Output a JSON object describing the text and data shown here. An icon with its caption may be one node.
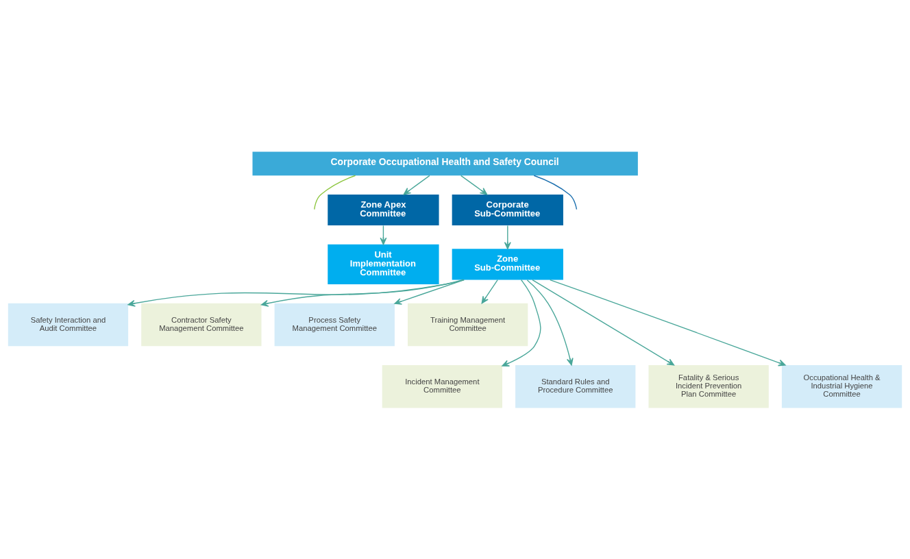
{
  "diagram": {
    "nodes": [
      {
        "text": [
          "Corporate Occupational Health and Safety Council"
        ]
      },
      {
        "text": [
          "Zone Apex Committee"
        ]
      },
      {
        "text": [
          "Corporate Sub-Committee"
        ]
      },
      {
        "text": [
          "Unit Implementation Committee"
        ]
      },
      {
        "text": [
          "Zone Sub-Committee"
        ]
      },
      {
        "text": [
          "Safety Interaction and Audit Committee"
        ]
      },
      {
        "text": [
          "Contractor Safety Management Committee"
        ]
      },
      {
        "text": [
          "Process Safety Management Committee"
        ]
      },
      {
        "text": [
          "Training Management Committee"
        ]
      },
      {
        "text": [
          "Incident Management Committee"
        ]
      },
      {
        "text": [
          "Standard Rules and Procedure Committee"
        ]
      },
      {
        "text": [
          "Fatality & Serious Incident Prevention Plan Committee"
        ]
      },
      {
        "text": [
          "Occupational Health & Industrial Hygiene Committee"
        ]
      }
    ],
    "edges": [
      {
        "from": 0,
        "to": null,
        "arrow": "none",
        "color": "#1b6fae"
      },
      {
        "from": 0,
        "to": null,
        "arrow": "none",
        "color": "#8dc63f"
      },
      {
        "from": 0,
        "to": 1,
        "arrow": "to"
      },
      {
        "from": 0,
        "to": 2,
        "arrow": "to"
      },
      {
        "from": 1,
        "to": 3,
        "arrow": "to"
      },
      {
        "from": 2,
        "to": 4,
        "arrow": "to"
      },
      {
        "from": 4,
        "to": 5,
        "arrow": "to"
      },
      {
        "from": 4,
        "to": 6,
        "arrow": "to"
      },
      {
        "from": 4,
        "to": 7,
        "arrow": "to"
      },
      {
        "from": 4,
        "to": 8,
        "arrow": "to"
      },
      {
        "from": 4,
        "to": 9,
        "arrow": "to"
      },
      {
        "from": 4,
        "to": 10,
        "arrow": "to"
      },
      {
        "from": 4,
        "to": 11,
        "arrow": "to"
      },
      {
        "from": 4,
        "to": 12,
        "arrow": "to"
      }
    ]
  }
}
